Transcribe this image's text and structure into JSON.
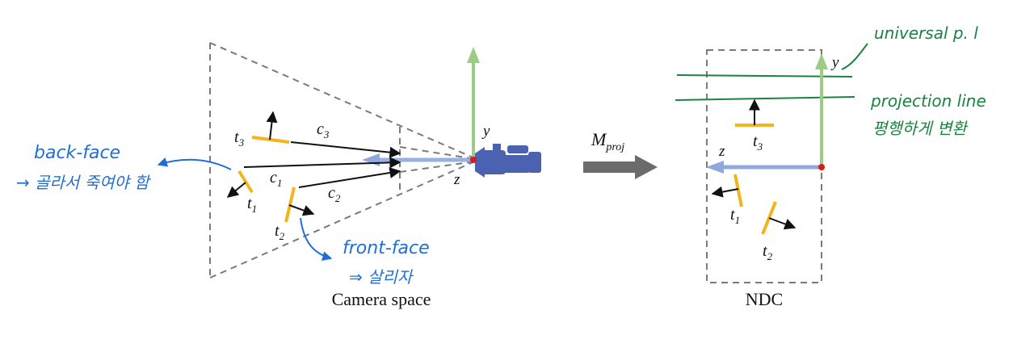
{
  "left_panel": {
    "caption": "Camera space",
    "triangles": [
      {
        "name": "t",
        "sub": "3"
      },
      {
        "name": "t",
        "sub": "1"
      },
      {
        "name": "t",
        "sub": "2"
      }
    ],
    "rays": [
      {
        "name": "c",
        "sub": "3"
      },
      {
        "name": "c",
        "sub": "1"
      },
      {
        "name": "c",
        "sub": "2"
      }
    ],
    "axis_y": "y",
    "axis_z": "z"
  },
  "transform": {
    "label": "M",
    "sub": "proj"
  },
  "right_panel": {
    "caption": "NDC",
    "axis_y": "y",
    "axis_z": "z",
    "triangles": [
      {
        "name": "t",
        "sub": "3"
      },
      {
        "name": "t",
        "sub": "1"
      },
      {
        "name": "t",
        "sub": "2"
      }
    ]
  },
  "annotations": {
    "backface": "back-face",
    "backface_note": "→ 골라서 죽여야 함",
    "frontface": "front-face",
    "frontface_note": "⇒ 살리자",
    "universal": "universal p. l",
    "projection_line": "projection line",
    "parallel_note": "평행하게 변환"
  },
  "colors": {
    "triangle": "#f2b61c",
    "y_axis": "#9ccc83",
    "z_axis": "#8fa9dc",
    "camera": "#4a62b0",
    "blue_ink": "#1f6fd6",
    "green_ink": "#17843f",
    "dashed": "#7a7a7a",
    "arrow": "#6b6b6b",
    "origin": "#d81b1b"
  }
}
